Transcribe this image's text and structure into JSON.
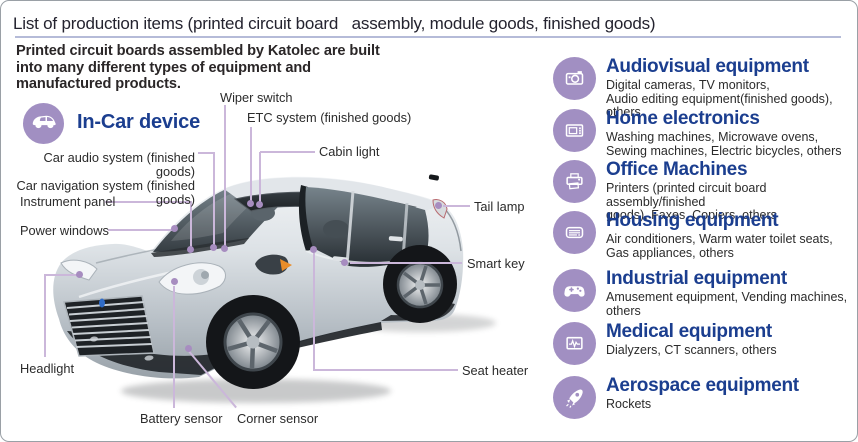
{
  "title": "List of production items (printed circuit board   assembly, module goods, finished goods)",
  "intro": "Printed circuit boards assembled by Katolec are built\ninto many different types of equipment and\nmanufactured products.",
  "in_car": {
    "label": "In-Car device",
    "icon": "car-icon"
  },
  "car_labels": {
    "wiper_switch": "Wiper switch",
    "etc_system": "ETC system (finished goods)",
    "cabin_light": "Cabin light",
    "car_audio_nav": "Car audio system (finished goods)\nCar navigation system (finished goods)",
    "instrument_panel": "Instrument panel",
    "power_windows": "Power windows",
    "headlight": "Headlight",
    "battery_sensor": "Battery sensor",
    "corner_sensor": "Corner sensor",
    "tail_lamp": "Tail lamp",
    "smart_key": "Smart key",
    "seat_heater": "Seat heater"
  },
  "equipment": {
    "items": [
      {
        "title": "Audiovisual equipment",
        "desc": "Digital cameras, TV monitors,\nAudio editing equipment(finished goods), others",
        "icon": "camera-icon"
      },
      {
        "title": "Home electronics",
        "desc": "Washing machines, Microwave ovens,\nSewing machines, Electric bicycles, others",
        "icon": "microwave-icon"
      },
      {
        "title": "Office Machines",
        "desc": "Printers (printed circuit board assembly/finished\ngoods), Faxes, Copiers, others",
        "icon": "printer-icon"
      },
      {
        "title": "Housing equipment",
        "desc": "Air conditioners, Warm water toilet seats,\nGas appliances, others",
        "icon": "air-conditioner-icon"
      },
      {
        "title": "Industrial equipment",
        "desc": "Amusement equipment, Vending machines, others",
        "icon": "gamepad-icon"
      },
      {
        "title": "Medical equipment",
        "desc": "Dialyzers, CT scanners, others",
        "icon": "monitor-heartbeat-icon"
      },
      {
        "title": "Aerospace equipment",
        "desc": "Rockets",
        "icon": "rocket-icon"
      }
    ]
  },
  "colors": {
    "accent_blue": "#1b3e8f",
    "icon_purple": "#a18fc2",
    "leader_line": "#cbb7da",
    "marker_dot": "#a78dc0",
    "title_rule": "#b5bbd8",
    "body_text": "#2b2b2b"
  }
}
